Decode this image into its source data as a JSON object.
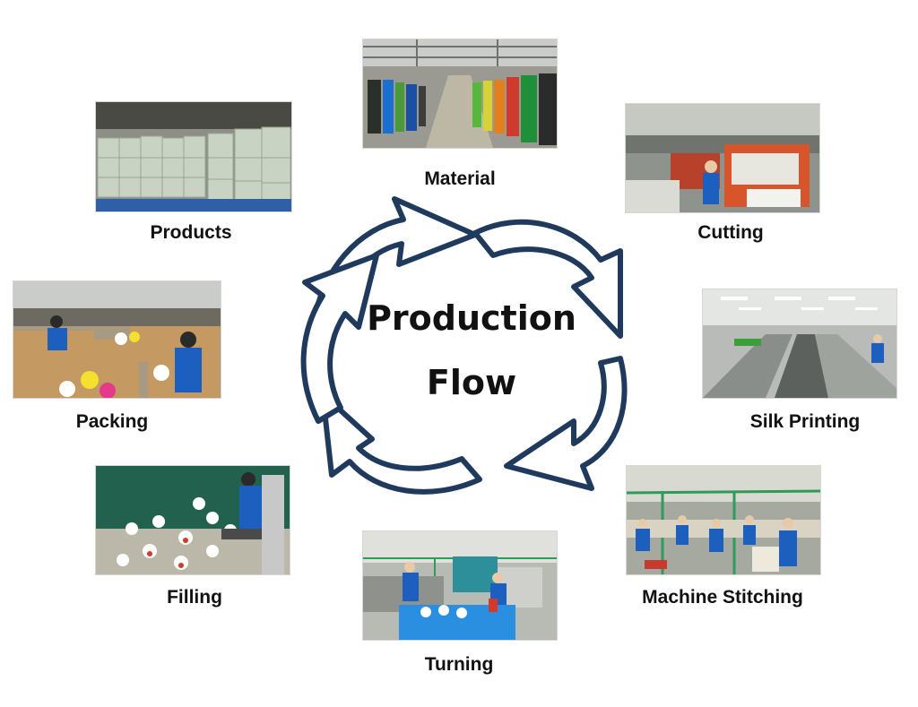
{
  "title": {
    "line1": "Production",
    "line2": "Flow"
  },
  "steps": [
    {
      "id": "material",
      "label": "Material"
    },
    {
      "id": "cutting",
      "label": "Cutting"
    },
    {
      "id": "silk-printing",
      "label": "Silk Printing"
    },
    {
      "id": "machine-stitching",
      "label": "Machine Stitching"
    },
    {
      "id": "turning",
      "label": "Turning"
    },
    {
      "id": "filling",
      "label": "Filling"
    },
    {
      "id": "packing",
      "label": "Packing"
    },
    {
      "id": "products",
      "label": "Products"
    }
  ],
  "colors": {
    "arrow_stroke": "#1f3a5c",
    "arrow_fill": "#ffffff",
    "text": "#111111",
    "worker_uniform": "#1d5fbf"
  }
}
